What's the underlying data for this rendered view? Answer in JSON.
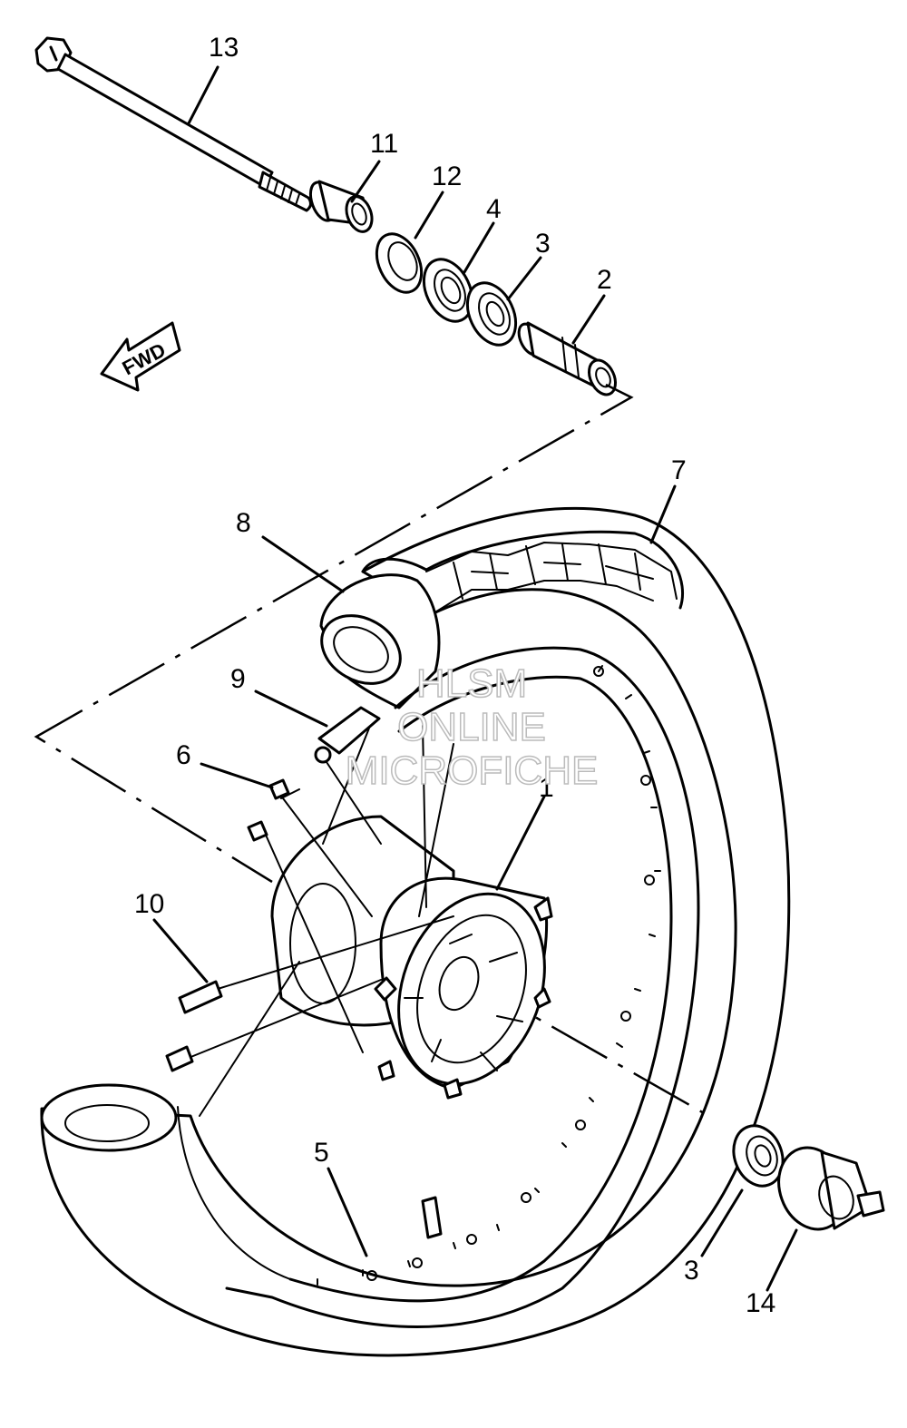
{
  "callouts": {
    "c1": "1",
    "c2": "2",
    "c3a": "3",
    "c3b": "3",
    "c4": "4",
    "c5": "5",
    "c6": "6",
    "c7": "7",
    "c8": "8",
    "c9": "9",
    "c10": "10",
    "c11": "11",
    "c12": "12",
    "c13": "13",
    "c14": "14"
  },
  "direction_arrow": {
    "label": "FWD"
  },
  "watermark": {
    "line1": "HLSM",
    "line2": "ONLINE",
    "line3": "MICROFICHE"
  }
}
